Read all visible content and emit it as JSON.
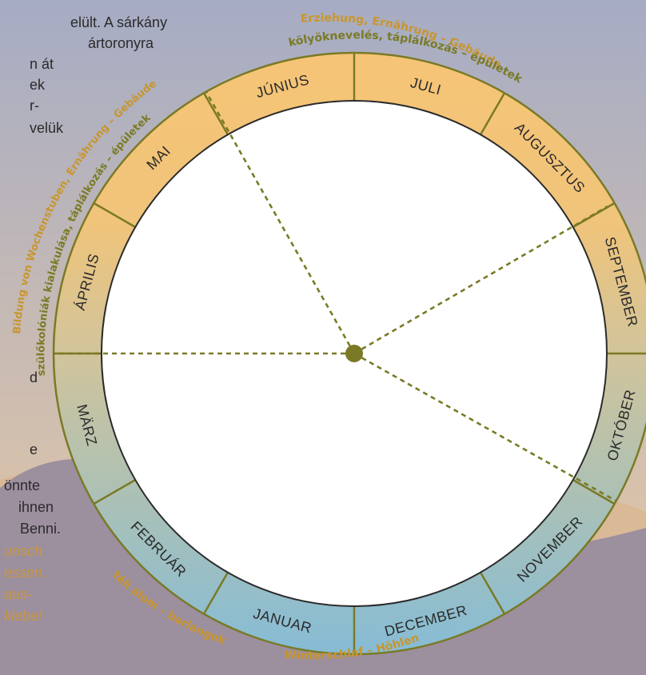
{
  "colors": {
    "sky_top": "#a6acc4",
    "sky_bottom": "#e9c9a2",
    "hill_light": "#d9b996",
    "hill_dark": "#9c8f9e",
    "ring_summer": "#f6c476",
    "ring_spring": "#d1c49b",
    "ring_autumn": "#aec1b3",
    "ring_winter": "#86bcd6",
    "olive": "#7a7a26",
    "amber": "#c8962e"
  },
  "body_text": {
    "lines": [
      "elült. A sárkány",
      "ártoronyra",
      "n át",
      "ek",
      "r-",
      "velük",
      "d",
      "e",
      "önnte",
      "ihnen",
      "Benni."
    ],
    "italic_lines": [
      "unsch",
      "essen.",
      "aus-",
      "klebe!"
    ]
  },
  "wheel": {
    "months": [
      {
        "label": "JÚNIUS"
      },
      {
        "label": "JULI"
      },
      {
        "label": "AUGUSZTUS"
      },
      {
        "label": "SEPTEMBER"
      },
      {
        "label": "OKTÓBER"
      },
      {
        "label": "NOVEMBER"
      },
      {
        "label": "DECEMBER"
      },
      {
        "label": "JANUAR"
      },
      {
        "label": "FEBRUÁR"
      },
      {
        "label": "MÄRZ"
      },
      {
        "label": "ÁPRILIS"
      },
      {
        "label": "MAI"
      }
    ],
    "arcs": {
      "summer_de": "Erziehung, Ernährung – Gebäude",
      "summer_hu": "kölyöknevelés, táplálkozás – épületek",
      "spring_de": "Bildung von Wochenstuben, Ernährung – Gebäude",
      "spring_hu": "szülőkolóniák kialakulása, táplálkozás – épületek",
      "winter_hu": "téli álom – barlangok",
      "winter_de": "Winterschlaf – Höhlen"
    }
  }
}
